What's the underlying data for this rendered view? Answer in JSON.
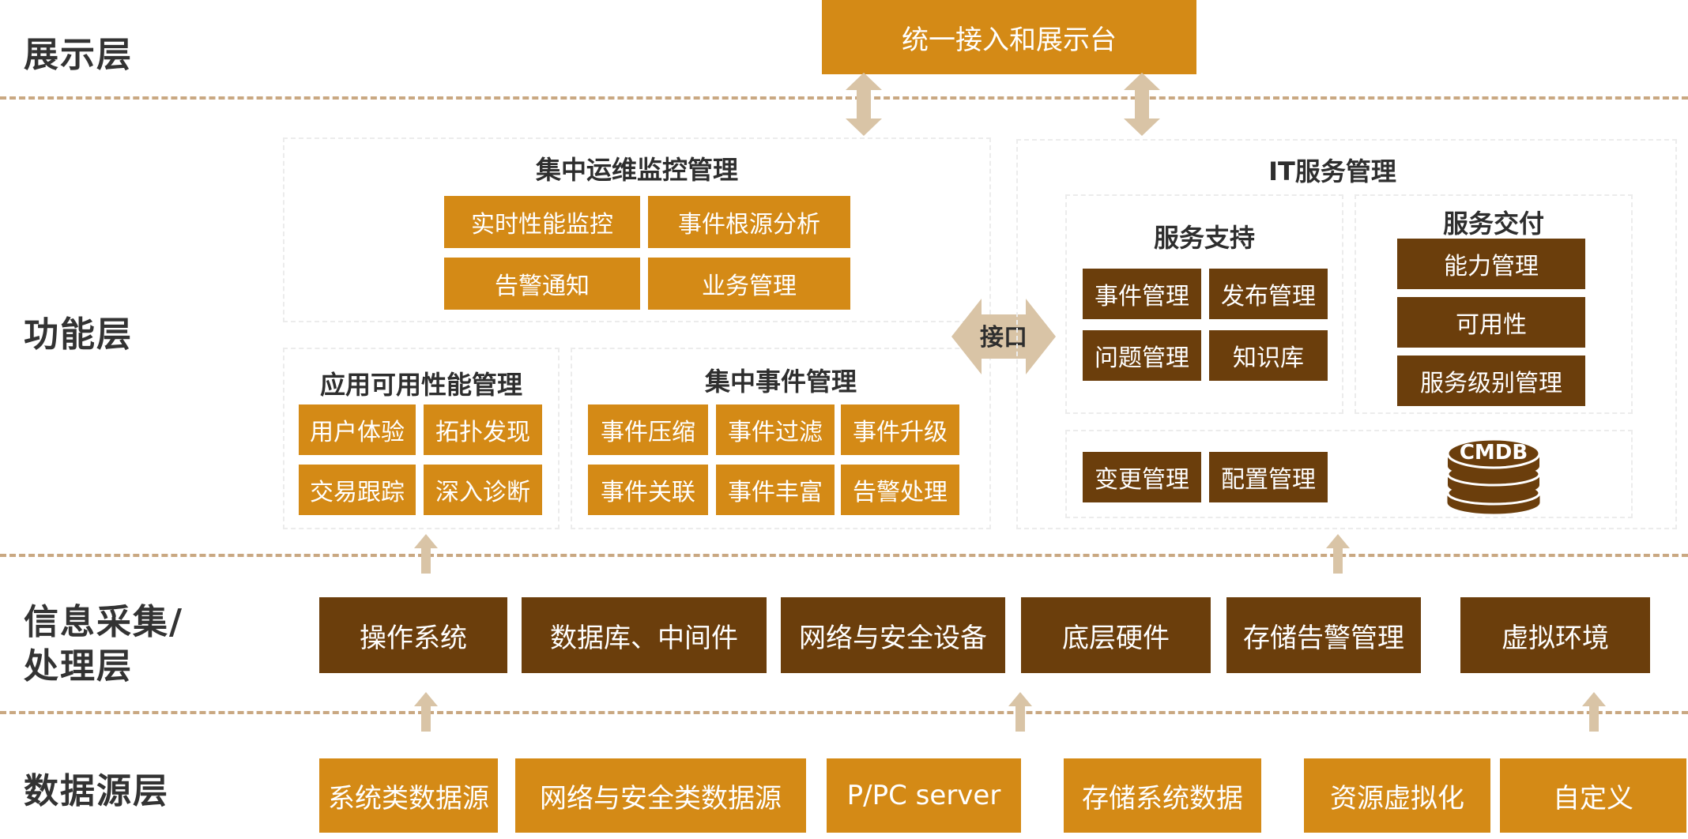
{
  "layers": [
    "展示层",
    "功能层",
    "信息采集/",
    "处理层",
    "数据源层"
  ],
  "top": "统一接入和展示台",
  "interface": "接口",
  "central_ops": {
    "title": "集中运维监控管理",
    "items": [
      "实时性能监控",
      "事件根源分析",
      "告警通知",
      "业务管理"
    ]
  },
  "app_perf": {
    "title": "应用可用性能管理",
    "items": [
      "用户体验",
      "拓扑发现",
      "交易跟踪",
      "深入诊断"
    ]
  },
  "central_event": {
    "title": "集中事件管理",
    "items": [
      "事件压缩",
      "事件过滤",
      "事件升级",
      "事件关联",
      "事件丰富",
      "告警处理"
    ]
  },
  "it_service": {
    "title": "IT服务管理",
    "support": {
      "title": "服务支持",
      "items": [
        "事件管理",
        "发布管理",
        "问题管理",
        "知识库"
      ]
    },
    "delivery": {
      "title": "服务交付",
      "items": [
        "能力管理",
        "可用性",
        "服务级别管理"
      ]
    },
    "config": [
      "变更管理",
      "配置管理"
    ],
    "cmdb": "CMDB"
  },
  "collection": [
    "操作系统",
    "数据库、中间件",
    "网络与安全设备",
    "底层硬件",
    "存储告警管理",
    "虚拟环境"
  ],
  "datasource": [
    "系统类数据源",
    "网络与安全类数据源",
    "P/PC server",
    "存储系统数据",
    "资源虚拟化",
    "自定义"
  ]
}
